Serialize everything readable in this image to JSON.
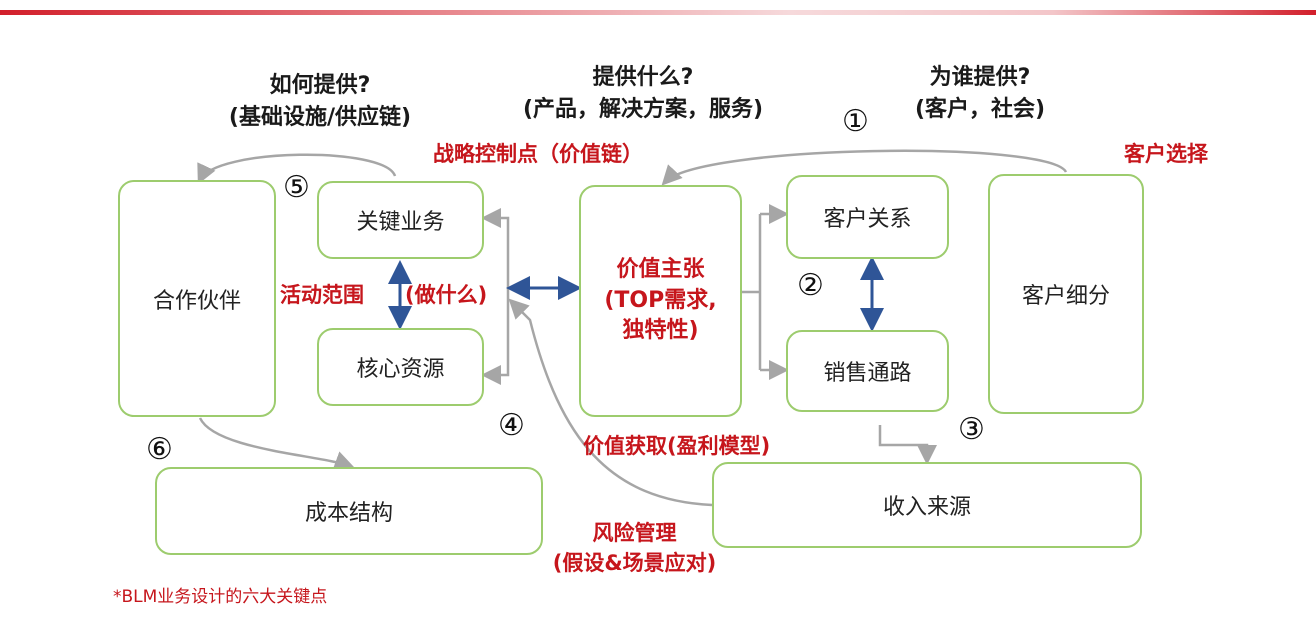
{
  "boxes": {
    "partners": "合作伙伴",
    "key_activities": "关键业务",
    "key_resources": "核心资源",
    "value_proposition": [
      "价值主张",
      "(TOP需求,",
      "独特性)"
    ],
    "customer_relationship": "客户关系",
    "channels": "销售通路",
    "customer_segments": "客户细分",
    "cost_structure": "成本结构",
    "revenue_streams": "收入来源"
  },
  "questions": {
    "how": [
      "如何提供?",
      "(基础设施/供应链)"
    ],
    "what": [
      "提供什么?",
      "(产品，解决方案，服务)"
    ],
    "who": [
      "为谁提供?",
      "(客户，社会)"
    ]
  },
  "labels": {
    "strategic_control": "战略控制点（价值链）",
    "customer_selection": "客户选择",
    "activity_scope": "活动范围",
    "what_to_do": "(做什么)",
    "value_capture": "价值获取(盈利模型)",
    "risk_management": [
      "风险管理",
      "(假设&场景应对)"
    ]
  },
  "numbers": [
    "①",
    "②",
    "③",
    "④",
    "⑤",
    "⑥"
  ],
  "footnote": "*BLM业务设计的六大关键点",
  "colors": {
    "box_border": "#9dcc6e",
    "accent_red": "#c6161c",
    "arrow_blue": "#2f5597",
    "connector_gray": "#a6a6a6"
  }
}
